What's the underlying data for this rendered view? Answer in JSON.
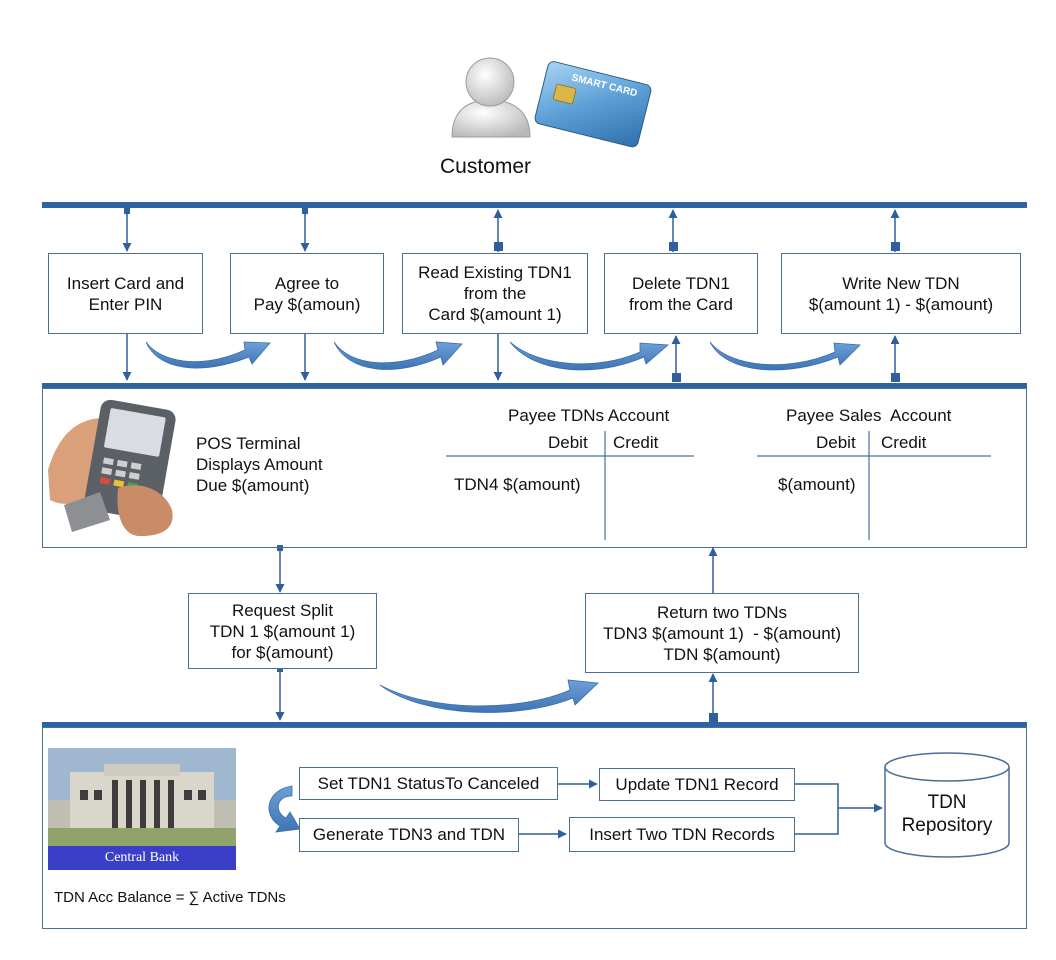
{
  "customer": {
    "label": "Customer",
    "card_text": "SMART CARD"
  },
  "steps": [
    {
      "id": "insert",
      "text": "Insert Card and\nEnter PIN"
    },
    {
      "id": "agree",
      "text": "Agree to\nPay $(amoun)"
    },
    {
      "id": "read",
      "text": "Read Existing TDN1\nfrom the\nCard $(amount 1)"
    },
    {
      "id": "delete",
      "text": "Delete TDN1\nfrom the Card"
    },
    {
      "id": "write",
      "text": "Write New TDN\n$(amount 1) - $(amount)"
    }
  ],
  "pos": {
    "text": "POS Terminal\nDisplays Amount\nDue $(amount)",
    "payee_tdns": {
      "title": "Payee TDNs Account",
      "debit": "Debit",
      "credit": "Credit",
      "entry": "TDN4 $(amount)"
    },
    "payee_sales": {
      "title": "Payee Sales  Account",
      "debit": "Debit",
      "credit": "Credit",
      "entry": "$(amount)"
    }
  },
  "middle": {
    "request": "Request Split\nTDN 1 $(amount 1)\nfor $(amount)",
    "return": "Return two TDNs\nTDN3 $(amount 1)  - $(amount)\nTDN $(amount)"
  },
  "bank": {
    "label": "Central Bank",
    "set_status": "Set TDN1 StatusTo Canceled",
    "generate": "Generate TDN3 and TDN",
    "update": "Update TDN1 Record",
    "insert": "Insert Two TDN Records",
    "repository": "TDN\nRepository",
    "balance": "TDN Acc Balance = ∑ Active TDNs"
  },
  "colors": {
    "bus": "#2e63a3",
    "border": "#4a6f98",
    "arrow": "#2f5f9c",
    "curved_arrow_fill": "#4f86c6",
    "bank_label_bg": "#3b3fc8"
  }
}
